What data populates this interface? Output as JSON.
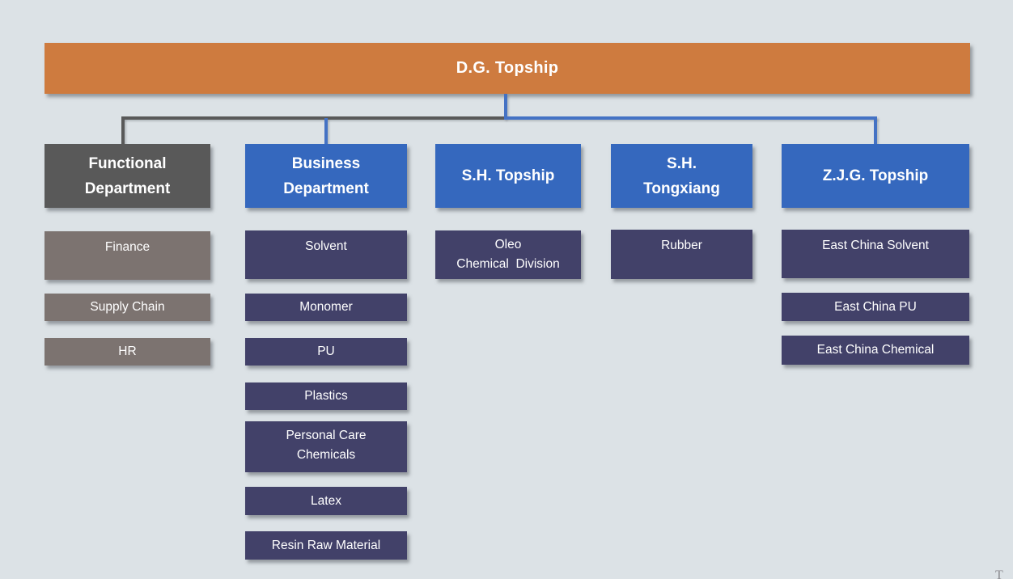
{
  "page": {
    "background_color": "#dce2e6",
    "watermark_glyph": "T"
  },
  "colors": {
    "root_orange": "#ce7b3f",
    "header_blue": "#3568be",
    "header_gray": "#595959",
    "child_navy": "#424169",
    "child_gray": "#7c7370",
    "connector_blue": "#4472c4",
    "connector_gray": "#595959",
    "text": "#ffffff"
  },
  "root": {
    "label": "D.G. Topship"
  },
  "columns": [
    {
      "id": "functional-department",
      "header": {
        "label": "Functional\nDepartment"
      },
      "children": [
        {
          "label": "Finance"
        },
        {
          "label": "Supply Chain"
        },
        {
          "label": "HR"
        }
      ]
    },
    {
      "id": "business-department",
      "header": {
        "label": "Business\nDepartment"
      },
      "children": [
        {
          "label": "Solvent"
        },
        {
          "label": "Monomer"
        },
        {
          "label": "PU"
        },
        {
          "label": "Plastics"
        },
        {
          "label": "Personal Care\nChemicals"
        },
        {
          "label": "Latex"
        },
        {
          "label": "Resin Raw Material"
        }
      ]
    },
    {
      "id": "sh-topship",
      "header": {
        "label": "S.H. Topship"
      },
      "children": [
        {
          "label": "Oleo\nChemical  Division"
        }
      ]
    },
    {
      "id": "sh-tongxiang",
      "header": {
        "label": "S.H.\nTongxiang"
      },
      "children": [
        {
          "label": "Rubber"
        }
      ]
    },
    {
      "id": "zjg-topship",
      "header": {
        "label": "Z.J.G. Topship"
      },
      "children": [
        {
          "label": "East China Solvent"
        },
        {
          "label": "East China PU"
        },
        {
          "label": "East China Chemical"
        }
      ]
    }
  ]
}
